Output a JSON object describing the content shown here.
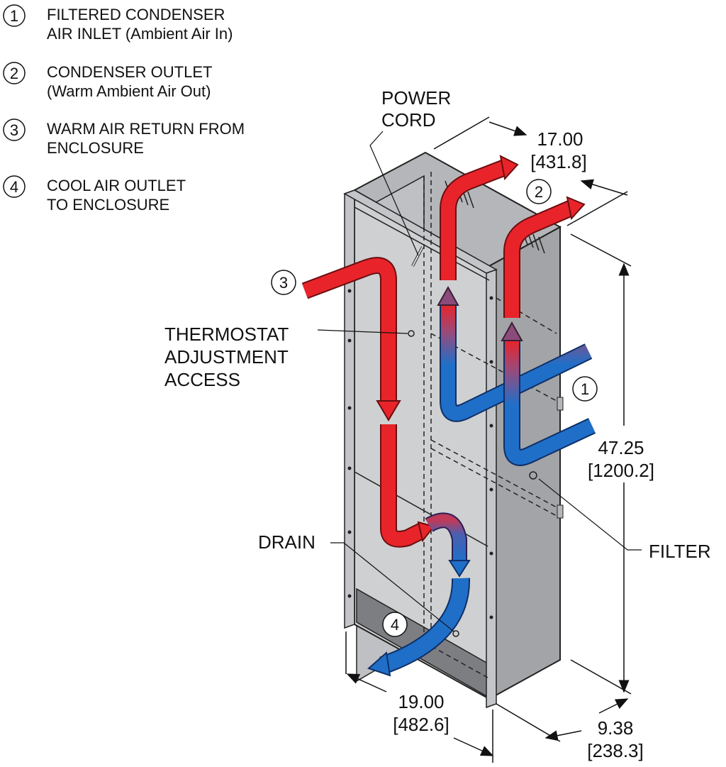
{
  "legend": [
    {
      "num": "1",
      "line1": "FILTERED CONDENSER",
      "line2": "AIR INLET (Ambient Air In)"
    },
    {
      "num": "2",
      "line1": "CONDENSER OUTLET",
      "line2": "(Warm Ambient Air Out)"
    },
    {
      "num": "3",
      "line1": "WARM AIR RETURN FROM",
      "line2": "ENCLOSURE"
    },
    {
      "num": "4",
      "line1": "COOL AIR OUTLET",
      "line2": "TO ENCLOSURE"
    }
  ],
  "callouts": {
    "power_cord_1": "POWER",
    "power_cord_2": "CORD",
    "thermostat_1": "THERMOSTAT",
    "thermostat_2": "ADJUSTMENT",
    "thermostat_3": "ACCESS",
    "drain": "DRAIN",
    "filter": "FILTER"
  },
  "markers": {
    "m1": "1",
    "m2": "2",
    "m3": "3",
    "m4": "4"
  },
  "dimensions": {
    "depth_top": "17.00",
    "depth_top_mm": "[431.8]",
    "height": "47.25",
    "height_mm": "[1200.2]",
    "width": "19.00",
    "width_mm": "[482.6]",
    "depth_bottom": "9.38",
    "depth_bottom_mm": "[238.3]"
  },
  "colors": {
    "warm_air": "#e8242a",
    "cool_air": "#1f6fc8",
    "cabinet": "#c9c9cb"
  }
}
